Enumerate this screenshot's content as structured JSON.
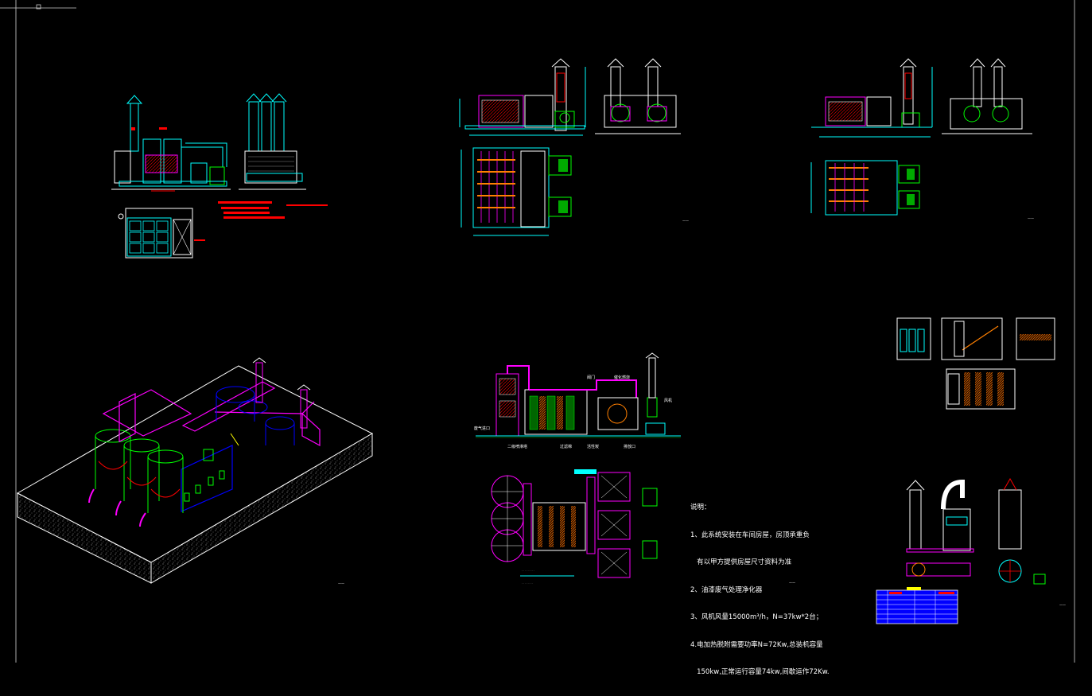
{
  "notes": {
    "heading": "说明：",
    "lines": [
      "1、此系统安装在车间房屋，房顶承重负",
      "   有以甲方提供房屋尺寸资料为准",
      "2、油漆废气处理净化器",
      "3、风机风量15000m³/h，N=37kw*2台；",
      "4.电加热脱附需要功率N=72Kw,总装机容量",
      "   150kw,正常运行容量74kw,间歇运作72Kw."
    ]
  },
  "labels": {
    "scrubber": "二级喷淋塔",
    "filter": "过滤棉",
    "carbon": "活性炭",
    "fan": "风机",
    "catalytic": "催化燃烧",
    "inlet": "废气进口",
    "outlet": "排放口",
    "valve": "阀门"
  },
  "colors": {
    "cyan": "#00ffff",
    "magenta": "#ff00ff",
    "red": "#ff0000",
    "green": "#00ff00",
    "yellow": "#ffff00",
    "blue": "#0000ff",
    "white": "#ffffff",
    "orange": "#ff7f00"
  }
}
